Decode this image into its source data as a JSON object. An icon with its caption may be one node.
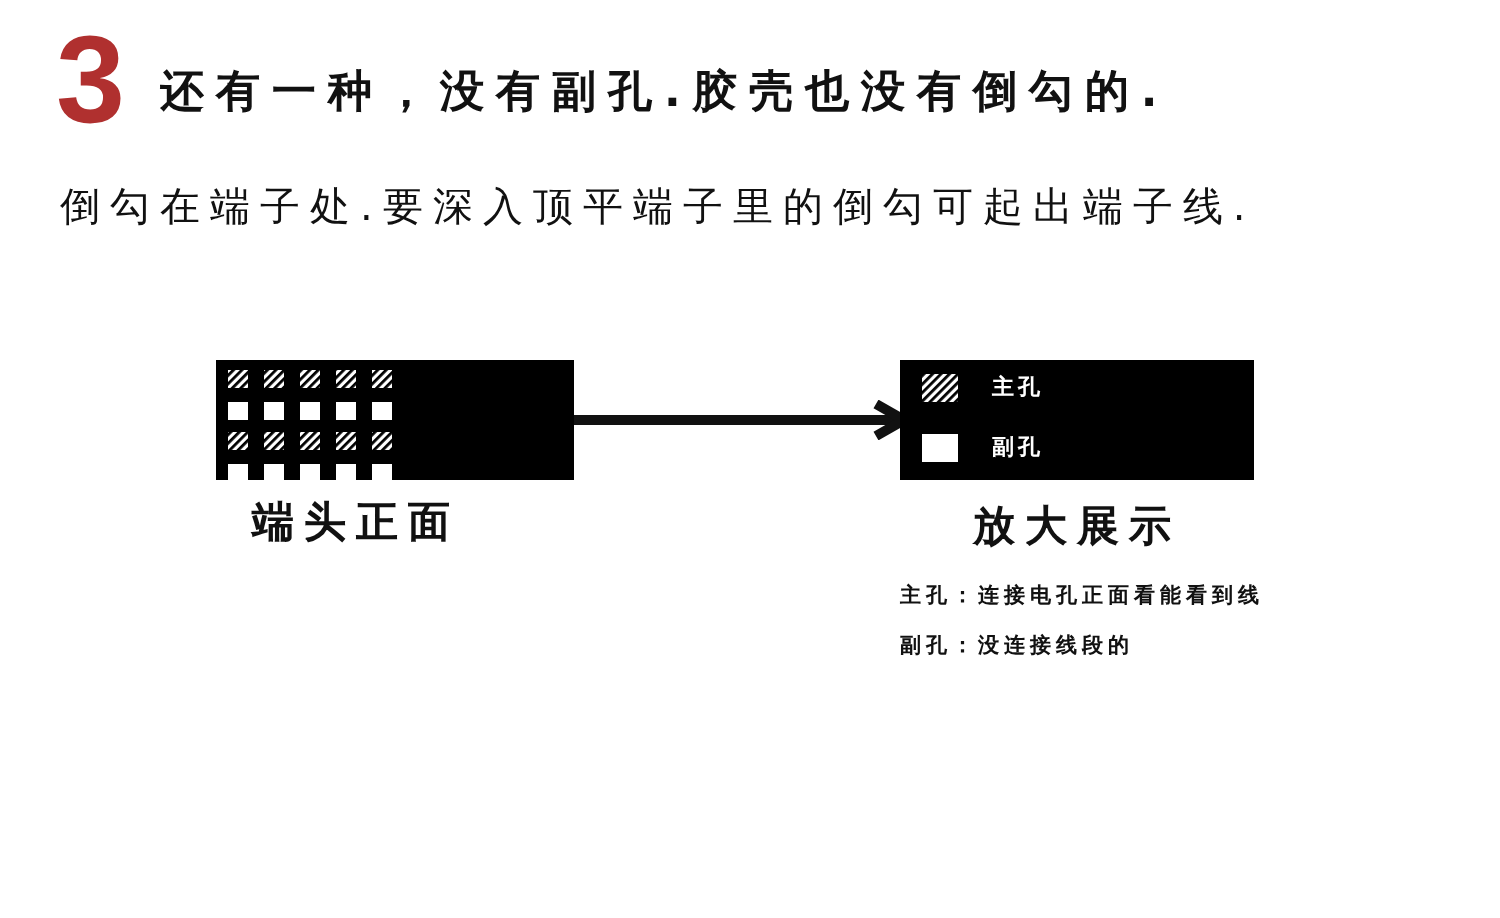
{
  "diagram": {
    "title": "还有一种，没有副孔.胶壳也没有倒勾的.",
    "nodes": [
      {
        "text": [],
        "shape": "picture",
        "beside": [
          "端头正面"
        ]
      },
      {
        "text": [],
        "shape": "box",
        "beside": [
          "放大展示"
        ]
      }
    ],
    "edges": [
      {
        "from": 0,
        "to": 1,
        "arrow": "to"
      }
    ],
    "labels": [
      "3",
      "倒勾在端子处.要深入顶平端子里的倒勾可起出端子线.",
      "主孔：连接电孔正面看能看到线",
      "副孔：没连接线段的"
    ],
    "legend": [
      {
        "text": "主孔"
      },
      {
        "text": "副孔",
        "color": "#ffffff"
      }
    ]
  }
}
